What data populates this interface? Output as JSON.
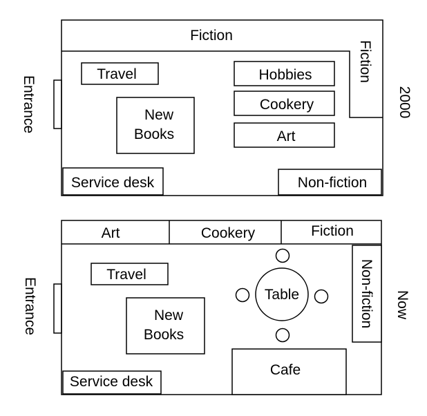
{
  "plan_2000": {
    "caption": "2000",
    "entrance": "Entrance",
    "fiction_top": "Fiction",
    "fiction_side": "Fiction",
    "travel": "Travel",
    "new_books_line1": "New",
    "new_books_line2": "Books",
    "hobbies": "Hobbies",
    "cookery": "Cookery",
    "art": "Art",
    "service_desk": "Service desk",
    "non_fiction": "Non-fiction"
  },
  "plan_now": {
    "caption": "Now",
    "entrance": "Entrance",
    "art": "Art",
    "cookery": "Cookery",
    "fiction": "Fiction",
    "travel": "Travel",
    "new_books_line1": "New",
    "new_books_line2": "Books",
    "table": "Table",
    "non_fiction": "Non-fiction",
    "cafe": "Cafe",
    "service_desk": "Service desk"
  }
}
